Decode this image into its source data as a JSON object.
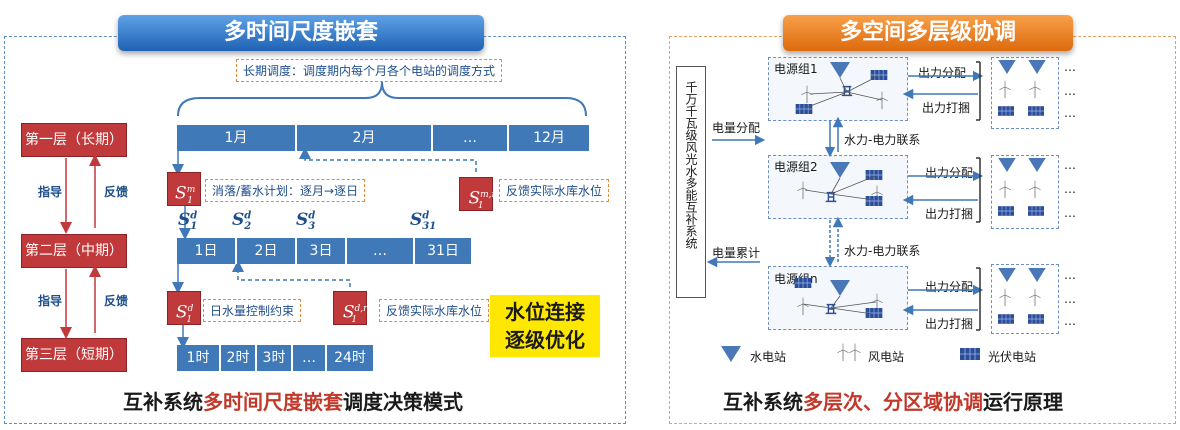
{
  "left": {
    "header": "多时间尺度嵌套",
    "layers": [
      "第一层（长期）",
      "第二层（中期）",
      "第三层（短期）"
    ],
    "guide": "指导",
    "feedback": "反馈",
    "long_term_note": "长期调度：调度期内每个月各个电站的调度方式",
    "months": [
      "1月",
      "2月",
      "…",
      "12月"
    ],
    "days": [
      "1日",
      "2日",
      "3日",
      "…",
      "31日"
    ],
    "hours": [
      "1时",
      "2时",
      "3时",
      "…",
      "24时"
    ],
    "note_plan": "消落/蓄水计划：逐月→逐日",
    "note_feedback_month": "反馈实际水库水位",
    "note_daily_water": "日水量控制约束",
    "note_feedback_day": "反馈实际水库水位",
    "highlight_line1": "水位连接",
    "highlight_line2": "逐级优化",
    "caption_prefix": "互补系统",
    "caption_red": "多时间尺度嵌套",
    "caption_suffix": "调度决策模式"
  },
  "right": {
    "header": "多空间多层级协调",
    "system_label": "千万千瓦级风光水多能互补系统",
    "energy_alloc": "电量分配",
    "energy_accum": "电量累计",
    "groups": [
      "电源组1",
      "电源组2",
      "电源组n"
    ],
    "link": "水力-电力联系",
    "out_alloc": "出力分配",
    "out_bundle": "出力打捆",
    "ellipsis": "…",
    "legend_hydro": "水电站",
    "legend_wind": "风电站",
    "legend_pv": "光伏电站",
    "caption_prefix": "互补系统",
    "caption_red": "多层次、分区域协调",
    "caption_suffix": "运行原理"
  },
  "colors": {
    "accent_blue": "#3f79b8",
    "accent_red": "#c0393b",
    "highlight": "#ffe800",
    "note_border": "#e88b3a"
  }
}
